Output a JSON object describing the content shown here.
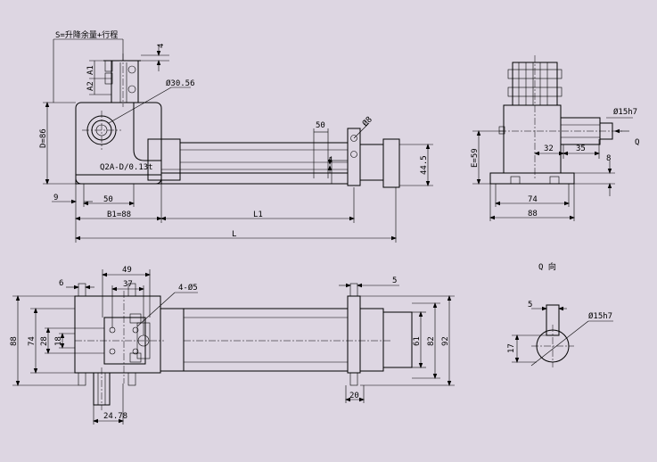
{
  "front_view": {
    "stroke_note": "S=升降余量+行程",
    "dim_4": "4",
    "dim_A1": "A1",
    "dim_A2": "A2",
    "dim_dia_hole": "Ø30.56",
    "dim_D86": "D=86",
    "model_label": "Q2A-D/0.13t",
    "dim_50_top": "50",
    "dim_dia8": "Ø8",
    "dim_4_rail": "4",
    "dim_44_5": "44.5",
    "dim_9": "9",
    "dim_50_bottom": "50",
    "dim_B1": "B1=88",
    "dim_L1": "L1",
    "dim_L": "L"
  },
  "side_view": {
    "dim_shaft": "Ø15h7",
    "arrow_Q": "Q",
    "dim_32": "32",
    "dim_35": "35",
    "dim_E59": "E=59",
    "dim_8": "8",
    "dim_74": "74",
    "dim_88": "88"
  },
  "top_view": {
    "dim_49": "49",
    "dim_6": "6",
    "dim_37": "37",
    "dim_holes": "4-Ø5",
    "dim_5": "5",
    "dim_88": "88",
    "dim_74": "74",
    "dim_28": "28",
    "dim_18": "18",
    "dim_61": "61",
    "dim_82": "82",
    "dim_92": "92",
    "dim_20": "20",
    "dim_24_78": "24.78"
  },
  "detail_view": {
    "title": "Q 向",
    "dim_5": "5",
    "dim_shaft": "Ø15h7",
    "dim_17": "17"
  }
}
